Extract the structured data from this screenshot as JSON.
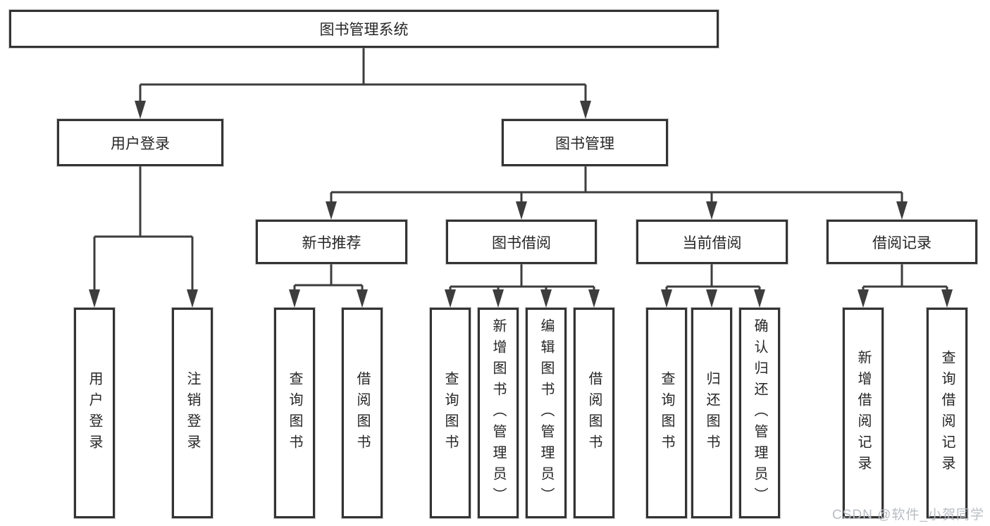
{
  "diagram": {
    "root": {
      "label": "图书管理系统"
    },
    "branches": [
      {
        "label": "用户登录",
        "children": [
          {
            "label": "用户登录"
          },
          {
            "label": "注销登录"
          }
        ]
      },
      {
        "label": "图书管理",
        "children": [
          {
            "label": "新书推荐",
            "children": [
              {
                "label": "查询图书"
              },
              {
                "label": "借阅图书"
              }
            ]
          },
          {
            "label": "图书借阅",
            "children": [
              {
                "label": "查询图书"
              },
              {
                "label": "新增图书（管理员）"
              },
              {
                "label": "编辑图书（管理员）"
              },
              {
                "label": "借阅图书"
              }
            ]
          },
          {
            "label": "当前借阅",
            "children": [
              {
                "label": "查询图书"
              },
              {
                "label": "归还图书"
              },
              {
                "label": "确认归还（管理员）"
              }
            ]
          },
          {
            "label": "借阅记录",
            "children": [
              {
                "label": "新增借阅记录"
              },
              {
                "label": "查询借阅记录"
              }
            ]
          }
        ]
      }
    ]
  },
  "watermark": {
    "text": "CSDN @软件_小贺同学"
  },
  "colors": {
    "line": "#3d3d3d",
    "box_border": "#333333",
    "box_fill": "#ffffff",
    "text": "#262626",
    "watermark": "#b9bdc2"
  }
}
